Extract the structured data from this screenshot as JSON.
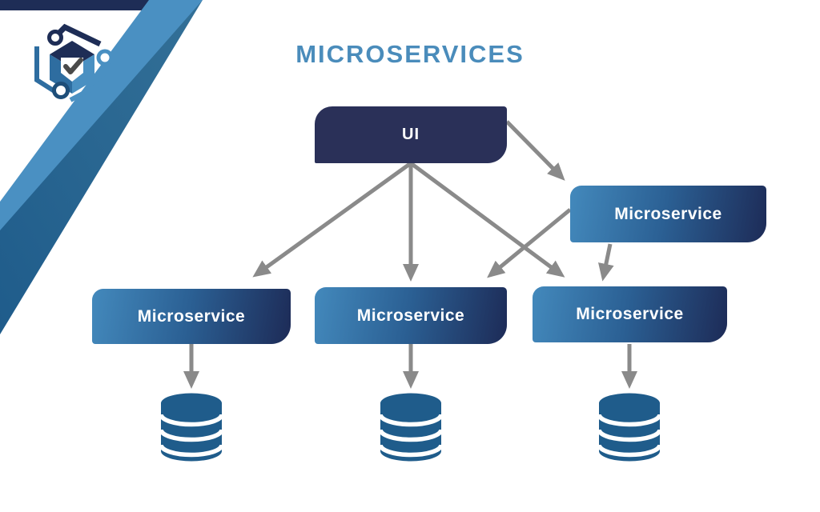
{
  "title": "MICROSERVICES",
  "diagram": {
    "nodes": [
      {
        "id": "ui",
        "label": "UI"
      },
      {
        "id": "microservice-top",
        "label": "Microservice"
      },
      {
        "id": "microservice-1",
        "label": "Microservice"
      },
      {
        "id": "microservice-2",
        "label": "Microservice"
      },
      {
        "id": "microservice-3",
        "label": "Microservice"
      }
    ],
    "edges": [
      {
        "from": "ui",
        "to": "microservice-1"
      },
      {
        "from": "ui",
        "to": "microservice-2"
      },
      {
        "from": "ui",
        "to": "microservice-3"
      },
      {
        "from": "ui",
        "to": "microservice-top"
      },
      {
        "from": "microservice-top",
        "to": "microservice-2"
      },
      {
        "from": "microservice-top",
        "to": "microservice-3"
      },
      {
        "from": "microservice-1",
        "to": "database-1"
      },
      {
        "from": "microservice-2",
        "to": "database-2"
      },
      {
        "from": "microservice-3",
        "to": "database-3"
      }
    ],
    "databases": [
      "database-1",
      "database-2",
      "database-3"
    ]
  },
  "colors": {
    "title_blue": "#4A8CBB",
    "ui_box_navy": "#2A3058",
    "service_gradient_start": "#4389BC",
    "service_gradient_end": "#1D2B57",
    "arrow_gray": "#8A8A8A",
    "database_blue": "#1F5C8B",
    "stripe_light_blue": "#4A90C2",
    "stripe_dark_blue": "#25618F",
    "stripe_navy": "#1E2D56"
  }
}
